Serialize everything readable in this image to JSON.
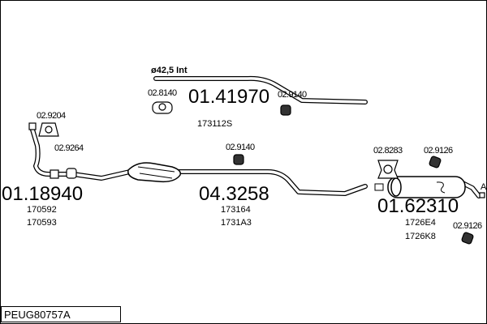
{
  "reference": "PEUG80757A",
  "parts": [
    {
      "id": "front-pipe",
      "number": "01.18940",
      "refs": [
        "170592",
        "170593"
      ],
      "fittings": [
        "02.9204",
        "02.9264"
      ]
    },
    {
      "id": "catalyst-section",
      "number": "04.3258",
      "refs": [
        "173164",
        "1731A3"
      ],
      "fittings": [
        "02.9140"
      ]
    },
    {
      "id": "intermediate-pipe",
      "number": "01.41970",
      "refs": [
        "173112S"
      ],
      "fittings": [
        "02.8140",
        "02.9140"
      ],
      "note": "ø42,5 Int"
    },
    {
      "id": "rear-silencer",
      "number": "01.62310",
      "refs": [
        "1726E4",
        "1726K8"
      ],
      "fittings": [
        "02.8283",
        "02.9126",
        "02.9126"
      ],
      "marker": "A"
    }
  ]
}
